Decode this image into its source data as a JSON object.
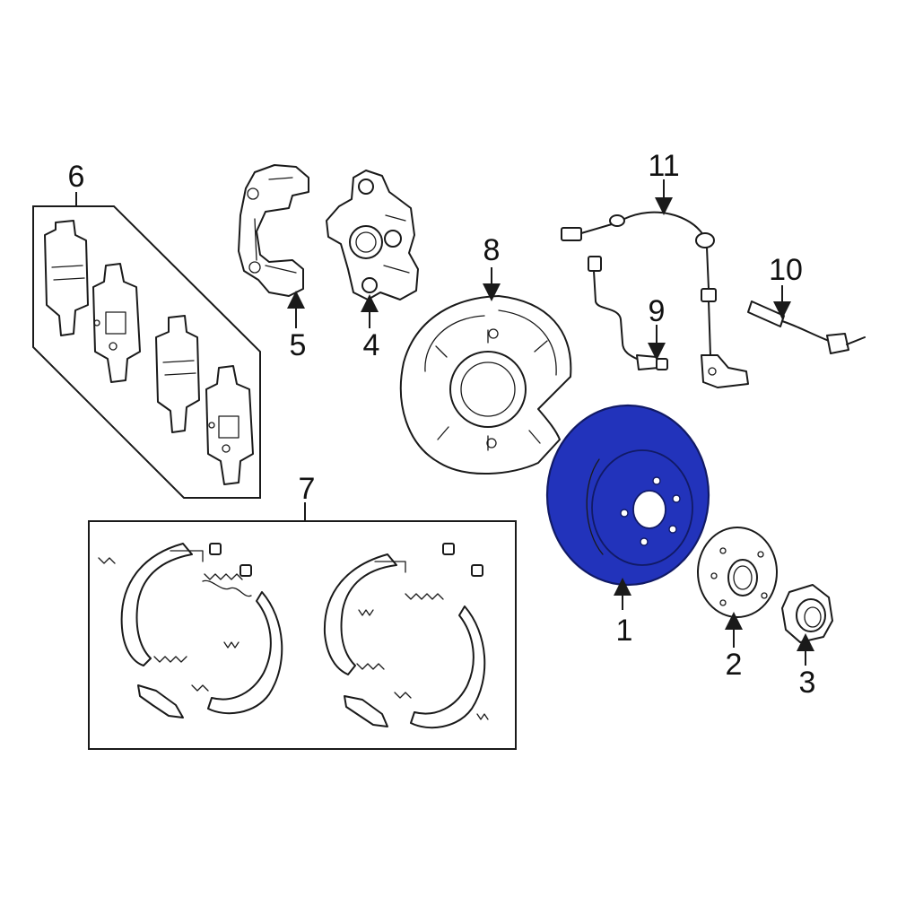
{
  "colors": {
    "highlight": "#2233bb",
    "highlight_stroke": "#111a66",
    "line": "#1a1a1a",
    "background": "#ffffff"
  },
  "highlighted_part": "1",
  "callouts": {
    "c1": "1",
    "c2": "2",
    "c3": "3",
    "c4": "4",
    "c5": "5",
    "c6": "6",
    "c7": "7",
    "c8": "8",
    "c9": "9",
    "c10": "10",
    "c11": "11"
  }
}
